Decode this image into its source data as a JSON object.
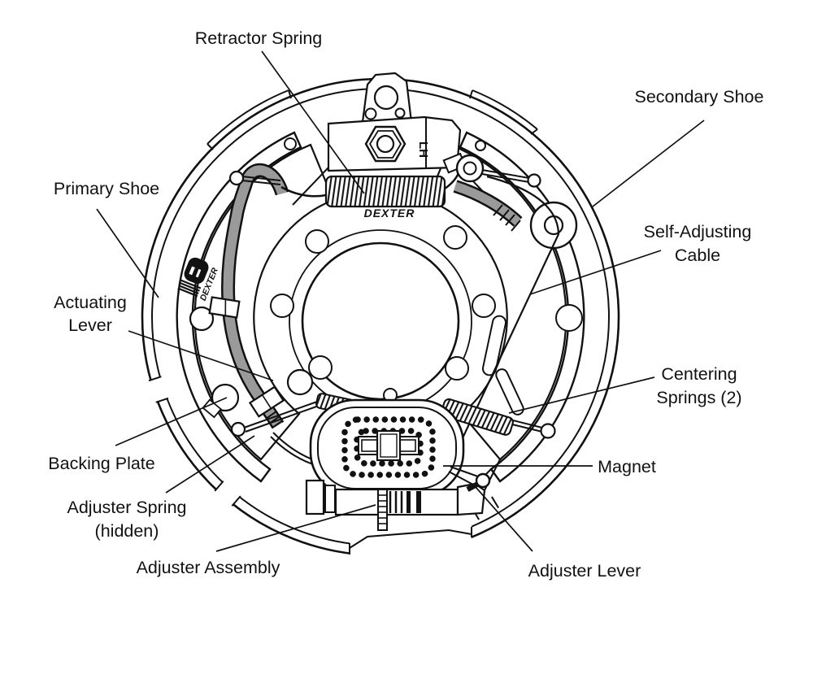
{
  "labels": {
    "retractor_spring": "Retractor Spring",
    "secondary_shoe": "Secondary Shoe",
    "primary_shoe": "Primary Shoe",
    "self_adjusting_1": "Self-Adjusting",
    "self_adjusting_2": "Cable",
    "actuating_1": "Actuating",
    "actuating_2": "Lever",
    "centering_1": "Centering",
    "centering_2": "Springs (2)",
    "backing_plate": "Backing Plate",
    "adjuster_spring_1": "Adjuster Spring",
    "adjuster_spring_2": "(hidden)",
    "adjuster_assembly": "Adjuster Assembly",
    "magnet": "Magnet",
    "adjuster_lever": "Adjuster Lever"
  },
  "markings": {
    "hand_marking": "LH",
    "spring_brand": "DEXTER",
    "logo_text": "DEXTER"
  },
  "colors": {
    "line": "#111111",
    "lever_gray": "#9a9a9a",
    "background": "#ffffff"
  }
}
